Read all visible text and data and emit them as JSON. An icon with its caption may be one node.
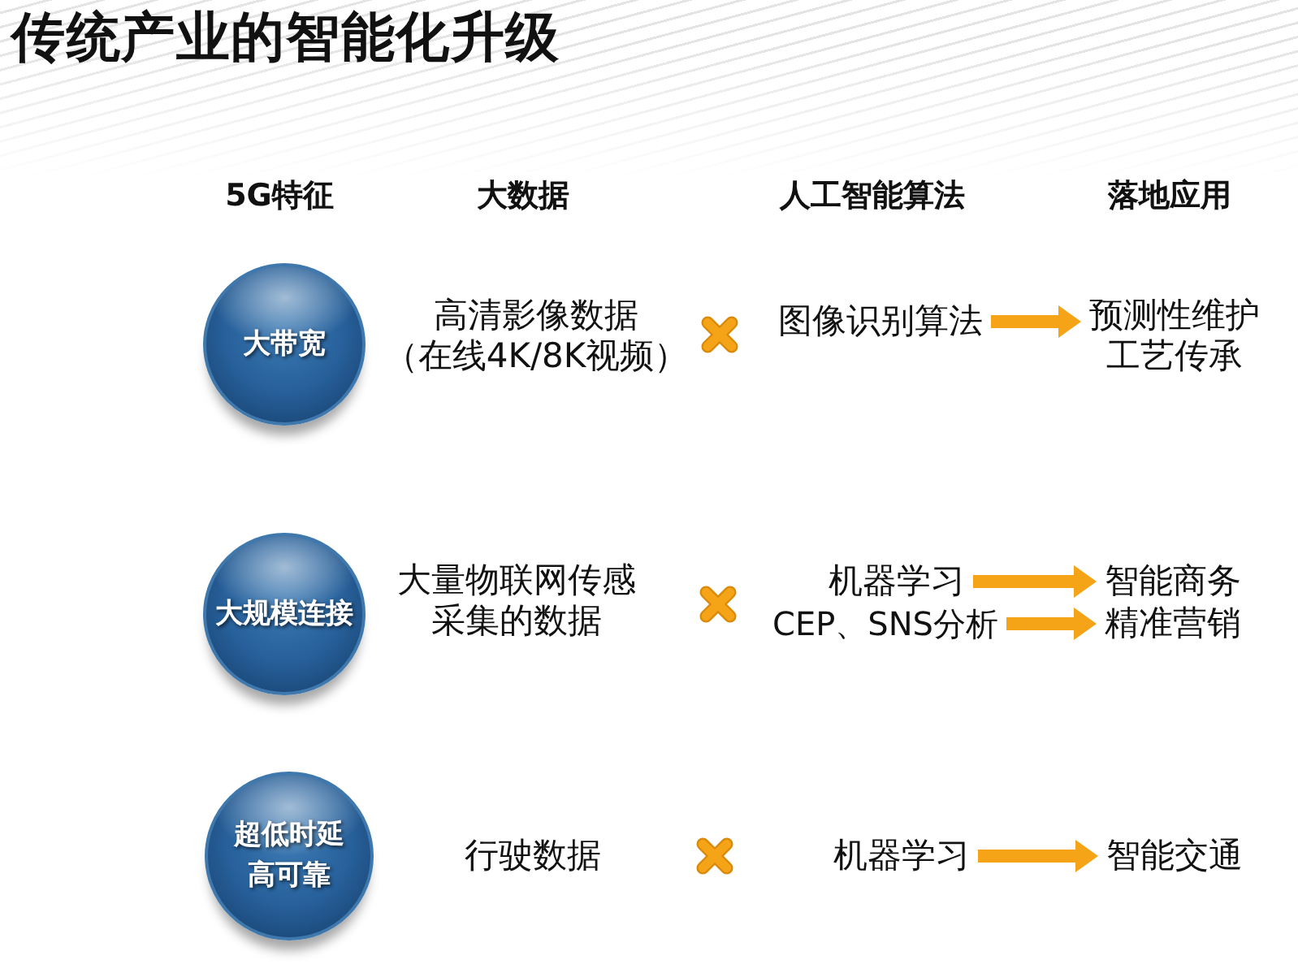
{
  "diagram": {
    "title": "传统产业的智能化升级",
    "nodes": [
      {
        "text": [
          "大带宽"
        ]
      },
      {
        "text": [
          "高清影像数据（在线4K/8K视频）"
        ]
      },
      {
        "text": [],
        "shape": "cross"
      },
      {
        "text": [
          "图像识别算法"
        ]
      },
      {
        "text": [
          "预测性维护",
          "工艺传承"
        ]
      },
      {
        "text": [
          "大规模连接"
        ]
      },
      {
        "text": [
          "大量物联网传感采集的数据"
        ]
      },
      {
        "text": [],
        "shape": "cross"
      },
      {
        "text": [
          "机器学习"
        ]
      },
      {
        "text": [
          "CEP、SNS分析"
        ]
      },
      {
        "text": [
          "智能商务"
        ]
      },
      {
        "text": [
          "精准营销"
        ]
      },
      {
        "text": [
          "超低时延",
          "高可靠"
        ]
      },
      {
        "text": [
          "行驶数据"
        ]
      },
      {
        "text": [],
        "shape": "cross"
      },
      {
        "text": [
          "机器学习"
        ]
      },
      {
        "text": [
          "智能交通"
        ]
      }
    ],
    "edges": [
      {
        "from": 3,
        "to": 4,
        "arrow": "to"
      },
      {
        "from": 8,
        "to": 10,
        "arrow": "to"
      },
      {
        "from": 9,
        "to": 11,
        "arrow": "to"
      },
      {
        "from": 15,
        "to": 16,
        "arrow": "to"
      }
    ],
    "labels": [
      "5G特征",
      "大数据",
      "人工智能算法",
      "落地应用"
    ]
  }
}
